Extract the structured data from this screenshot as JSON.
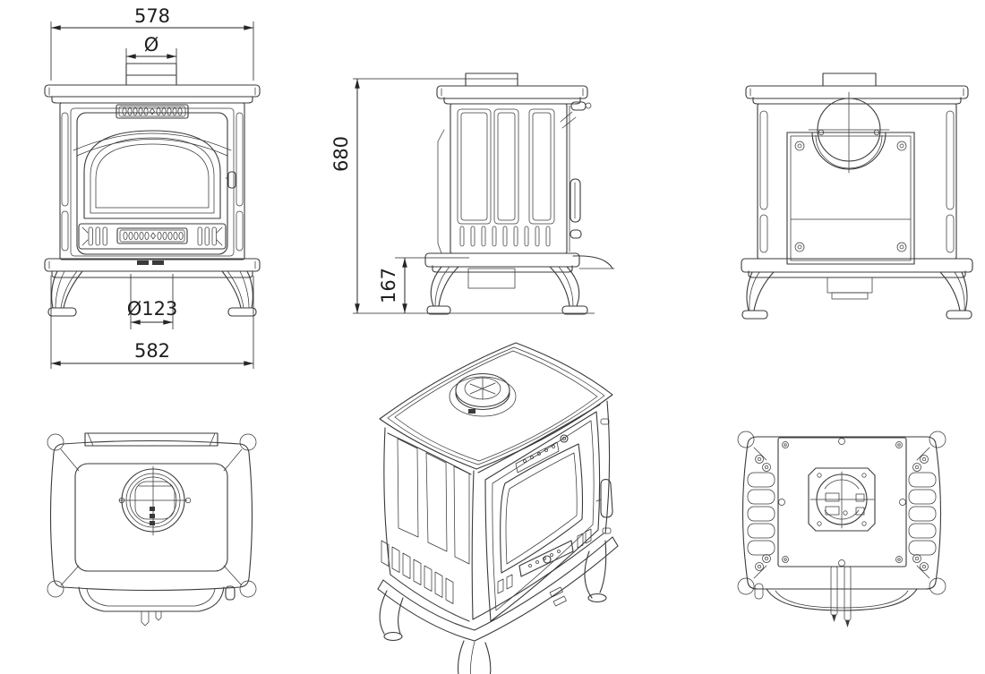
{
  "drawing": {
    "background": "#ffffff",
    "line_color": "#3a3a3a",
    "dimension_color": "#262626",
    "views": {
      "top_left": "front view",
      "top_middle": "side view",
      "top_right": "back view",
      "bottom_left": "top view",
      "bottom_middle": "isometric view",
      "bottom_right": "bottom view"
    },
    "dimensions": {
      "top_width": "578",
      "flue_diameter": "Ø",
      "overall_height": "680",
      "base_height": "167",
      "center_diameter": "Ø123",
      "bottom_width": "582"
    }
  }
}
